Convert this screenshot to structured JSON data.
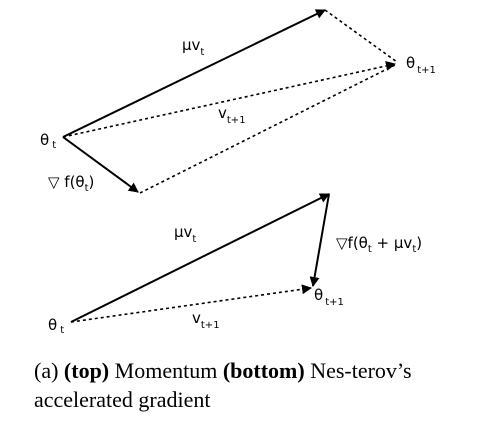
{
  "top": {
    "theta_t": "θ",
    "theta_t_sub": "t",
    "theta_t1": "θ",
    "theta_t1_sub": "t+1",
    "mu_v": "μv",
    "mu_v_sub": "t",
    "v_t1": "v",
    "v_t1_sub": "t+1",
    "grad_prefix": "▽ f(θ",
    "grad_sub": "t",
    "grad_suffix": ")"
  },
  "bottom": {
    "theta_t": "θ",
    "theta_t_sub": "t",
    "theta_t1": "θ",
    "theta_t1_sub": "t+1",
    "mu_v": "μv",
    "mu_v_sub": "t",
    "v_t1": "v",
    "v_t1_sub": "t+1",
    "grad_prefix": "▽f(θ",
    "grad_sub1": "t",
    "grad_middle": " + μv",
    "grad_sub2": "t",
    "grad_suffix": ")"
  },
  "caption": {
    "label": "(a)",
    "top_word": "(top)",
    "first_method": "Momentum",
    "bottom_word": "(bottom)",
    "second_method": "Nes-terov’s accelerated gradient"
  }
}
